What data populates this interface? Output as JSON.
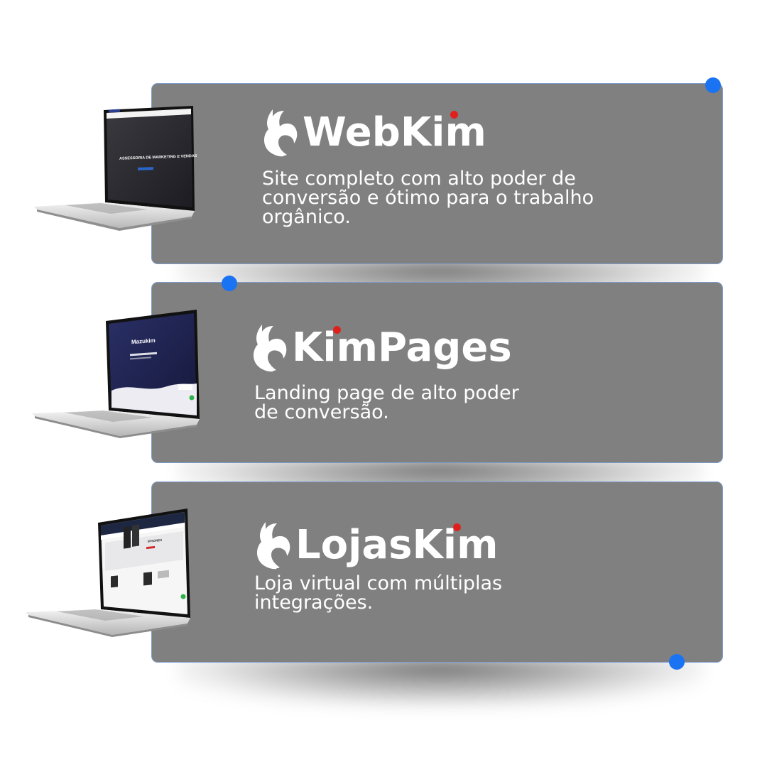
{
  "products": [
    {
      "name_prefix": "WebKi",
      "name_suffix": "m",
      "description": "Site completo com alto poder de\nconversão e ótimo para o trabalho\norgânico.",
      "logo_icon": "fox-icon",
      "device": "laptop-webkim-preview",
      "screen_text": "ASSESSORIA DE MARKETING E VENDAS"
    },
    {
      "name_prefix": "KimPages",
      "name_suffix": "",
      "description": "Landing page de alto poder\nde conversão.",
      "logo_icon": "fox-icon",
      "device": "laptop-kimpages-preview",
      "screen_text": "Mazukim"
    },
    {
      "name_prefix": "LojasKim",
      "name_suffix": "",
      "description": "Loja virtual com múltiplas\nintegrações.",
      "logo_icon": "fox-icon",
      "device": "laptop-lojaskim-preview",
      "screen_text": "IPHONES"
    }
  ],
  "colors": {
    "card": "#808080",
    "card_border": "#7d9ccf",
    "accent_dot": "#1a73f2",
    "logo_dot": "#e0201c",
    "text": "#ffffff"
  }
}
